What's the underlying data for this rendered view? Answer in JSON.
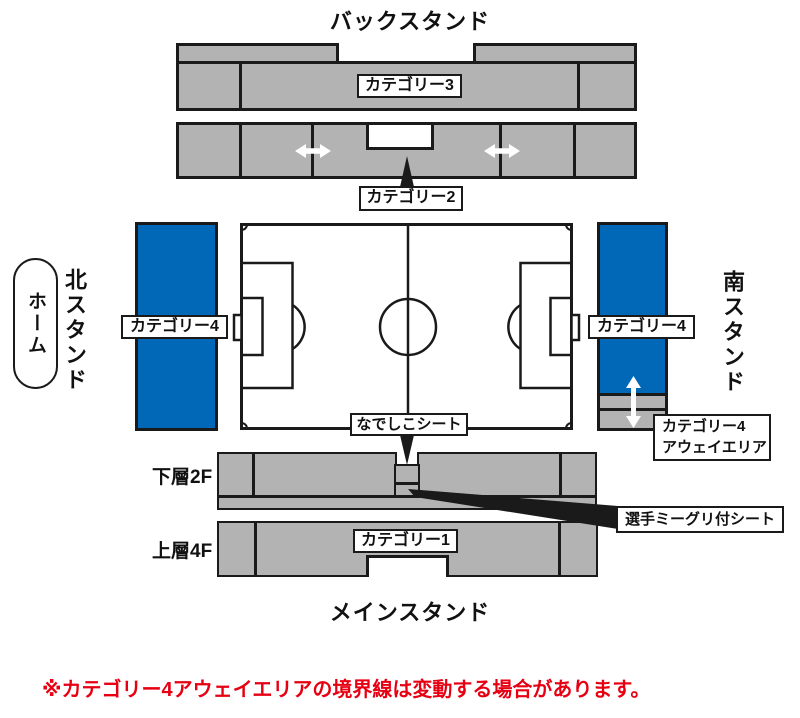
{
  "stands": {
    "back": {
      "title": "バックスタンド"
    },
    "main": {
      "title": "メインスタンド"
    },
    "north": {
      "title": "北スタンド",
      "home_badge": "ホーム"
    },
    "south": {
      "title": "南スタンド"
    }
  },
  "areas": {
    "category3": "カテゴリー3",
    "category2": "カテゴリー2",
    "category1": "カテゴリー1",
    "category4_north": "カテゴリー4",
    "category4_south": "カテゴリー4",
    "category4_away_line1": "カテゴリー4",
    "category4_away_line2": "アウェイエリア",
    "nadeshiko_seat": "なでしこシート",
    "player_meet_greet_seat": "選手ミーグリ付シート"
  },
  "tiers": {
    "lower": "下層2F",
    "upper": "上層4F"
  },
  "note": "※カテゴリー4アウェイエリアの境界線は変動する場合があります。",
  "colors": {
    "stand_gray": "#b3b3b3",
    "category4_blue": "#0068b7",
    "note_red": "#e60012",
    "line_black": "#1a1a1a"
  }
}
